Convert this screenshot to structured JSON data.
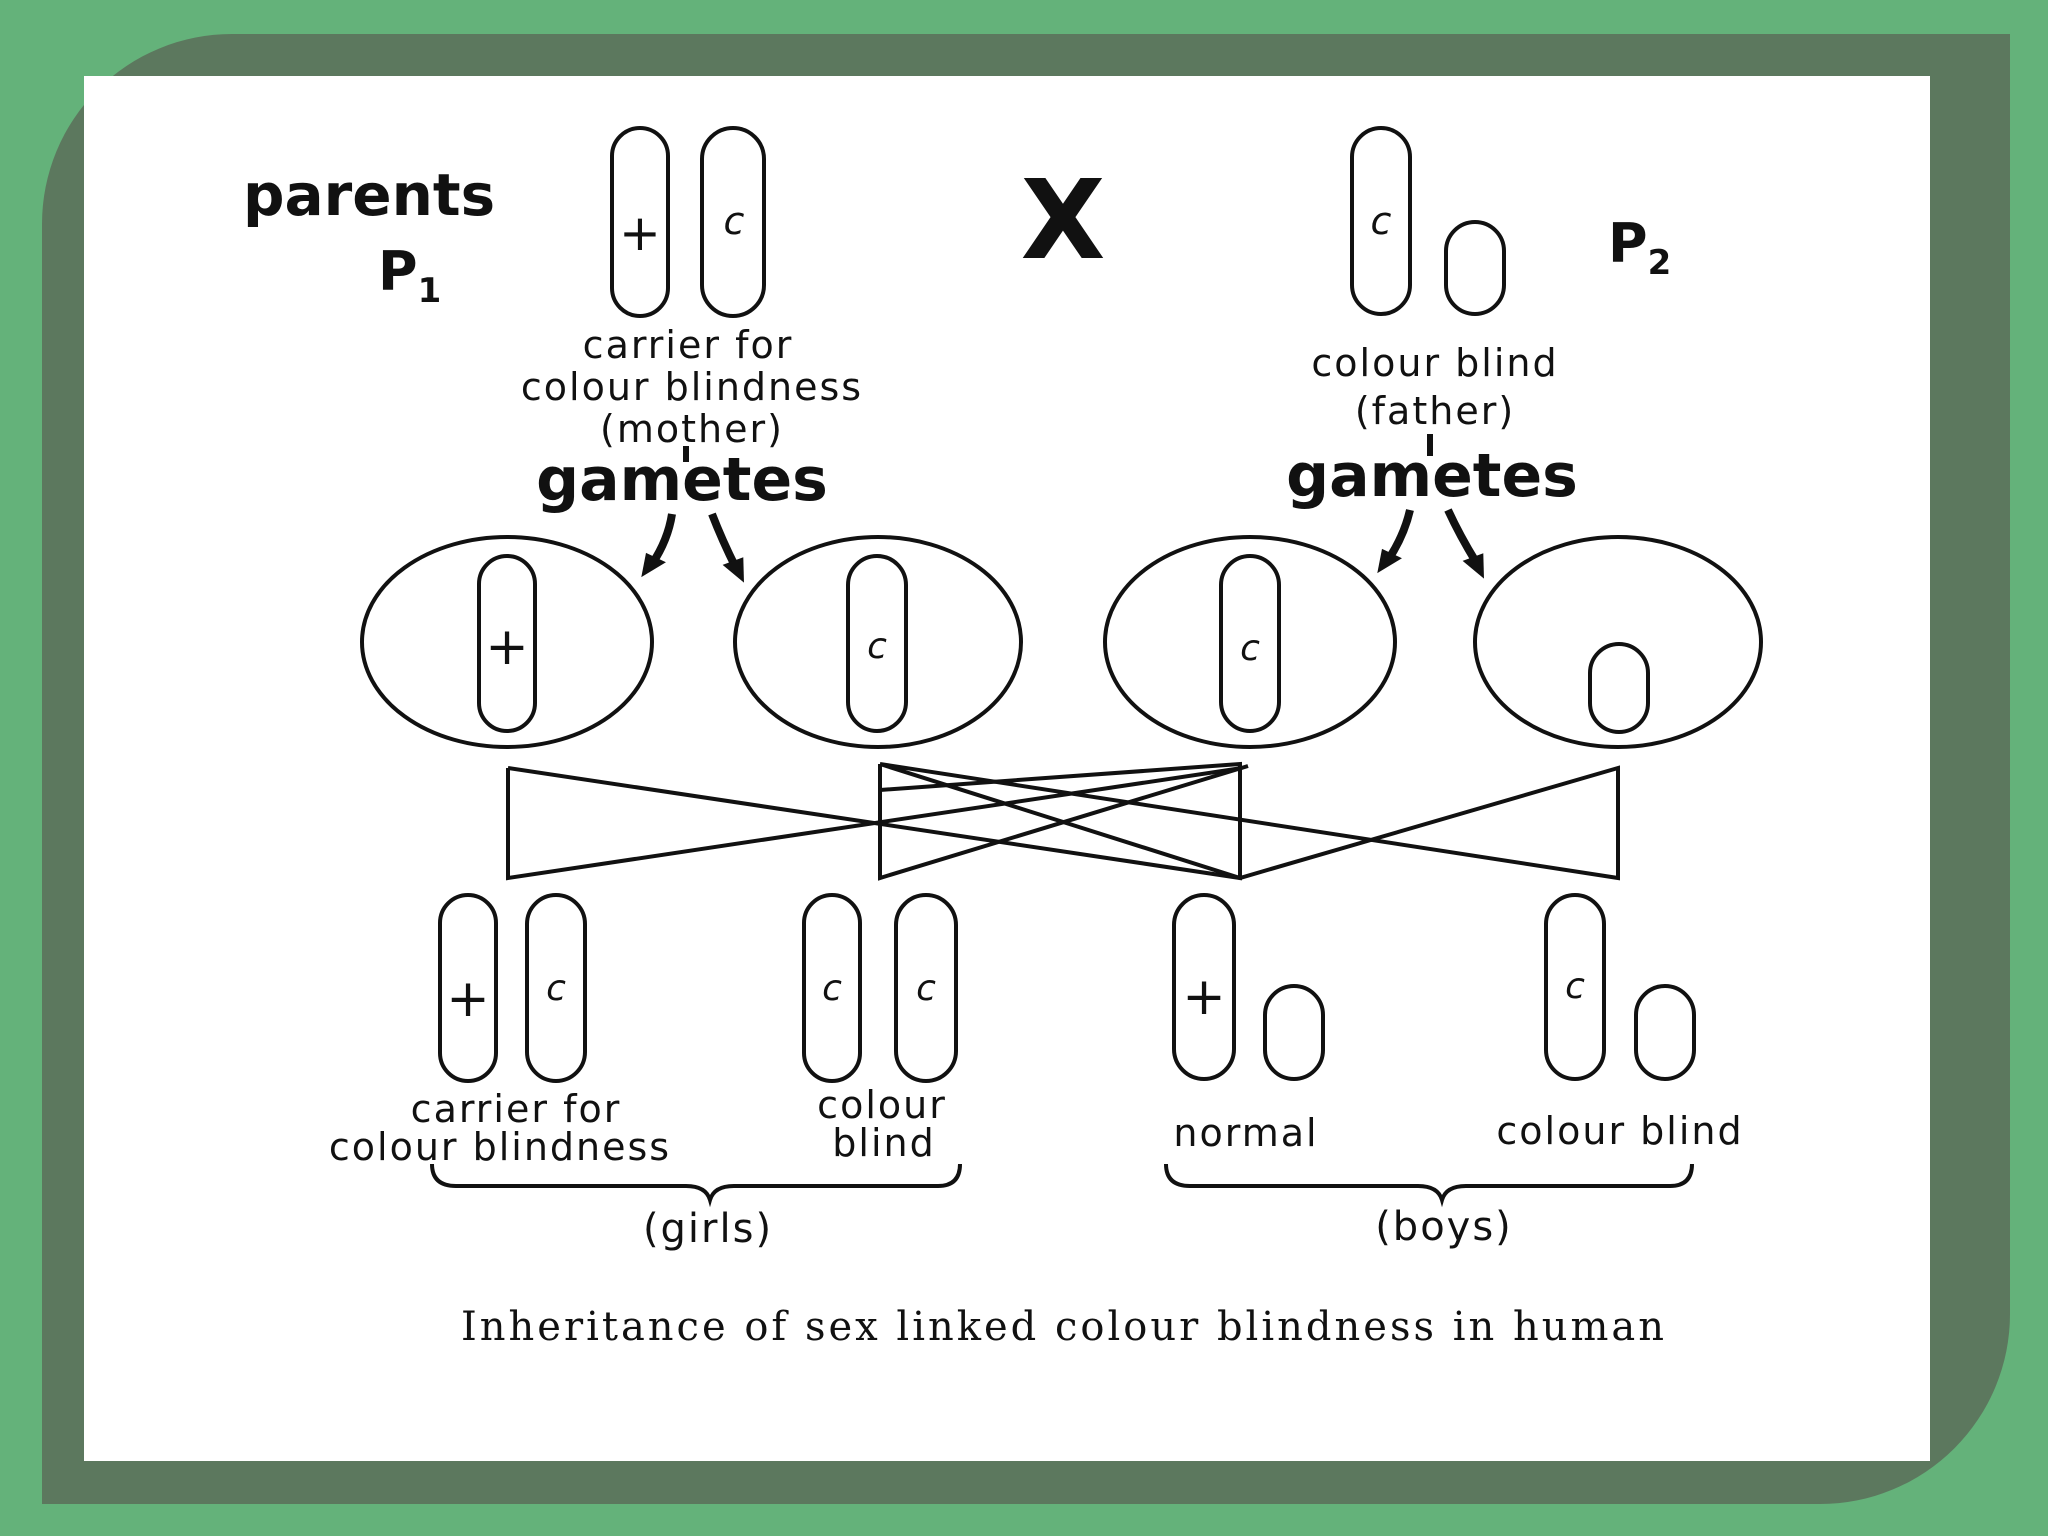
{
  "colors": {
    "outer": "#64b27a",
    "frame": "#5c785e",
    "slide": "#ffffff",
    "ink": "#111111"
  },
  "parents": {
    "label": "parents",
    "p1": {
      "letter": "P",
      "sub": "1"
    },
    "p2": {
      "letter": "P",
      "sub": "2"
    },
    "cross": "X",
    "mother": {
      "line1": "carrier for",
      "line2": "colour blindness",
      "line3": "(mother)"
    },
    "father": {
      "line1": "colour blind",
      "line2": "(father)"
    }
  },
  "alleles": {
    "normal": "+",
    "colourblind": "c"
  },
  "gametes": {
    "mother_label": "gametes",
    "father_label": "gametes"
  },
  "offspring": {
    "girl_carrier": {
      "line1": "carrier for",
      "line2": "colour blindness"
    },
    "girl_colourblind": {
      "line1": "colour",
      "line2": "blind"
    },
    "boy_normal": {
      "line1": "normal"
    },
    "boy_colourblind": {
      "line1": "colour blind"
    },
    "girls_group": "(girls)",
    "boys_group": "(boys)"
  },
  "caption": "Inheritance of sex linked colour blindness in human"
}
